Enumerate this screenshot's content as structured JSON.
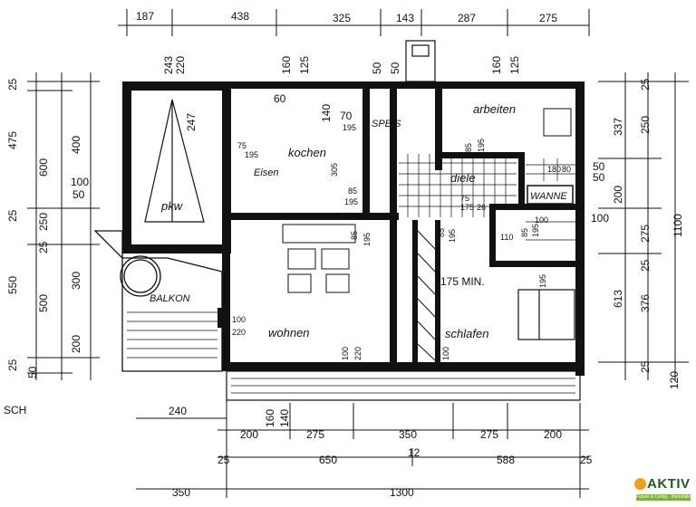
{
  "rooms": {
    "kochen": "kochen",
    "arbeiten": "arbeiten",
    "diele": "diele",
    "wanne": "WANNE",
    "pkw": "pkw",
    "balkon": "BALKON",
    "wohnen": "wohnen",
    "schlafen": "schlafen",
    "speis": "SPEIS",
    "eisen": "Eisen",
    "min175": "175 MIN."
  },
  "dims_top": {
    "a": "187",
    "b": "438",
    "c": "325",
    "d": "143",
    "e": "287",
    "f": "275"
  },
  "dims_inner_top": {
    "a": "243",
    "b": "220",
    "c": "247",
    "d": "160",
    "e": "125",
    "f": "60",
    "g": "140",
    "h": "70",
    "i": "195",
    "j": "50",
    "k": "160",
    "l": "125",
    "m": "50"
  },
  "dims_left": {
    "a": "25",
    "b": "475",
    "c": "600",
    "d": "400",
    "e": "100",
    "f": "50",
    "g": "25",
    "h": "250",
    "i": "25",
    "j": "550",
    "k": "300",
    "l": "500",
    "m": "200",
    "n": "25",
    "o": "50"
  },
  "dims_right": {
    "a": "25",
    "b": "337",
    "c": "250",
    "d": "50",
    "e": "200",
    "f": "100",
    "g": "275",
    "h": "1100",
    "i": "25",
    "j": "613",
    "k": "376",
    "l": "25",
    "m": "120",
    "n": "50"
  },
  "dims_bottom": {
    "a": "240",
    "b": "200",
    "c": "275",
    "d": "350",
    "e": "275",
    "f": "200",
    "g": "25",
    "h": "650",
    "i": "12",
    "j": "588",
    "k": "25",
    "l": "350",
    "m": "1300",
    "n": "160",
    "o": "140"
  },
  "dims_misc": {
    "a": "75",
    "b": "195",
    "c": "305",
    "d": "85",
    "e": "195",
    "f": "85",
    "g": "195",
    "h": "85",
    "i": "195",
    "j": "85",
    "k": "195",
    "l": "100",
    "m": "220",
    "n": "100",
    "o": "220",
    "p": "100",
    "q": "75",
    "r": "175",
    "s": "110",
    "t": "195",
    "u": "85",
    "v": "195",
    "w": "26",
    "x": "180",
    "y": "80",
    "z": "100"
  },
  "corner_left": "SCH",
  "logo": {
    "brand": "AKTIV",
    "tagline": "Future in Living - Immobilien"
  },
  "colors": {
    "ink": "#111111",
    "paper": "#ffffff",
    "brand_green": "#1d5a25",
    "brand_lime": "#7fb13d",
    "brand_orange": "#f0a020"
  }
}
